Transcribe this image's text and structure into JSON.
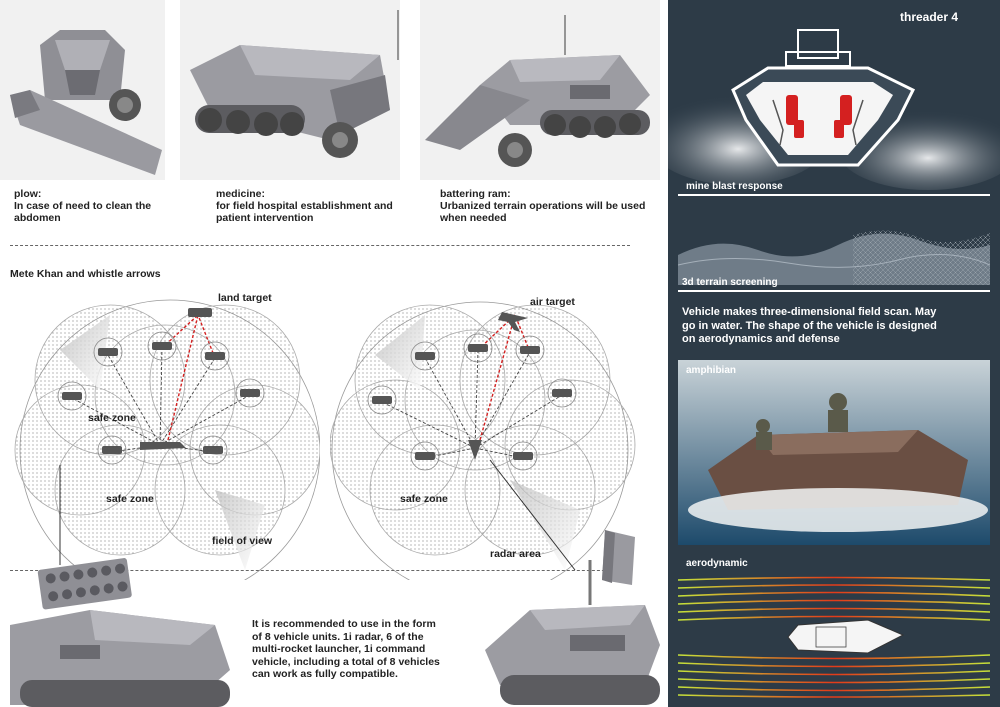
{
  "top_captions": [
    {
      "title": "plow:",
      "lines": [
        "In case of need to clean the",
        "abdomen"
      ]
    },
    {
      "title": "medicine:",
      "lines": [
        "for field hospital establishment and",
        "patient intervention"
      ]
    },
    {
      "title": "battering ram:",
      "lines": [
        "Urbanized terrain operations will be used",
        "when needed"
      ]
    }
  ],
  "section_title": "Mete Khan and whistle arrows",
  "diagram_left": {
    "target_label": "land target",
    "safe_zone_1": "safe zone",
    "safe_zone_2": "safe zone",
    "fov_label": "field of view"
  },
  "diagram_right": {
    "target_label": "air target",
    "safe_zone": "safe zone",
    "radar_label": "radar area"
  },
  "recommendation_lines": [
    "It is recommended to use in the form",
    "of 8 vehicle units. 1i radar, 6 of the",
    "multi-rocket launcher, 1i command",
    "vehicle, including a total of 8 vehicles",
    "can work as fully compatible."
  ],
  "sidebar": {
    "title": "threader 4",
    "mine_label": "mine blast response",
    "terrain_label": "3d terrain screening",
    "description_lines": [
      "Vehicle makes three-dimensional field scan. May",
      "go in water. The shape of the vehicle is designed",
      "on aerodynamics and defense"
    ],
    "amphibian_label": "amphibian",
    "aero_label": "aerodynamic"
  },
  "colors": {
    "sidebar_bg": "#2d3b47",
    "danger_red": "#d42020",
    "ink": "#222222"
  }
}
